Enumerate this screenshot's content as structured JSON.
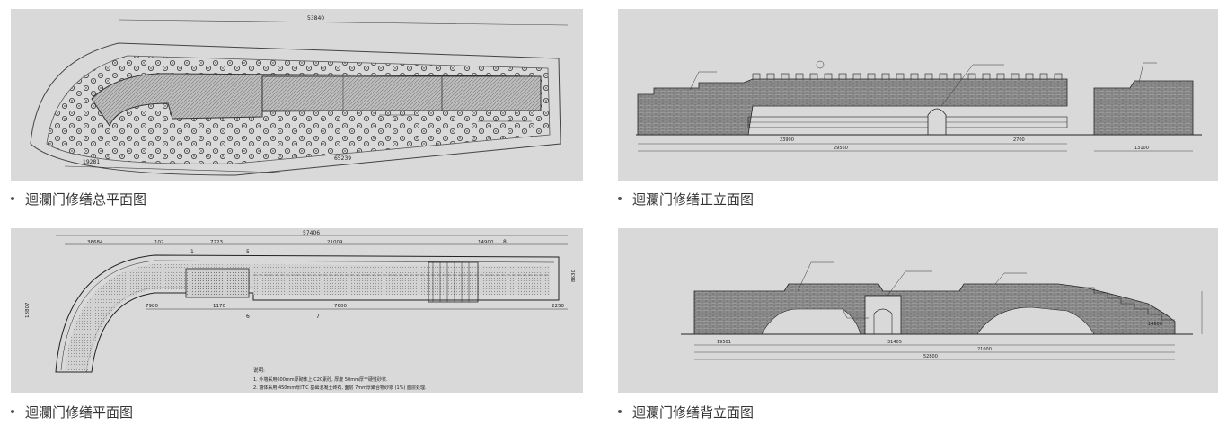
{
  "gallery": {
    "items": [
      {
        "caption": "迴瀾门修缮总平面图",
        "labels": {
          "dim_top": "53840",
          "dim_bottom1": "19281",
          "dim_bottom2": "65239"
        }
      },
      {
        "caption": "迴瀾门修缮正立面图",
        "labels": {
          "dim1": "23990",
          "dim2": "29560",
          "dim3": "2700",
          "dim4": "13100"
        }
      },
      {
        "caption": "迴瀾门修缮平面图",
        "labels": {
          "total": "57406",
          "d1": "36684",
          "d2": "102",
          "d3": "7223",
          "d4": "21009",
          "d5": "14900",
          "left": "13807",
          "right": "8630",
          "b1": "7980",
          "b2": "1170",
          "b3": "7600",
          "b4": "2250",
          "s1": "1",
          "s2": "5",
          "s3": "6",
          "s4": "7",
          "s5": "8",
          "notes": [
            "说明:",
            "1. 外墙采用600mm厚砌体上 C20素砼, 厚度 50mm厚干硬性砂浆.",
            "2. 墙体采用 450mm厚ITIC 基础混凝土砖石, 面层 7mm厚聚合物砂浆 (1%) 面层处理."
          ]
        }
      },
      {
        "caption": "迴瀾门修缮背立面图",
        "labels": {
          "d1": "19501",
          "d2": "31405",
          "d3": "21000",
          "d4": "52800",
          "d5": "14600"
        }
      }
    ]
  }
}
